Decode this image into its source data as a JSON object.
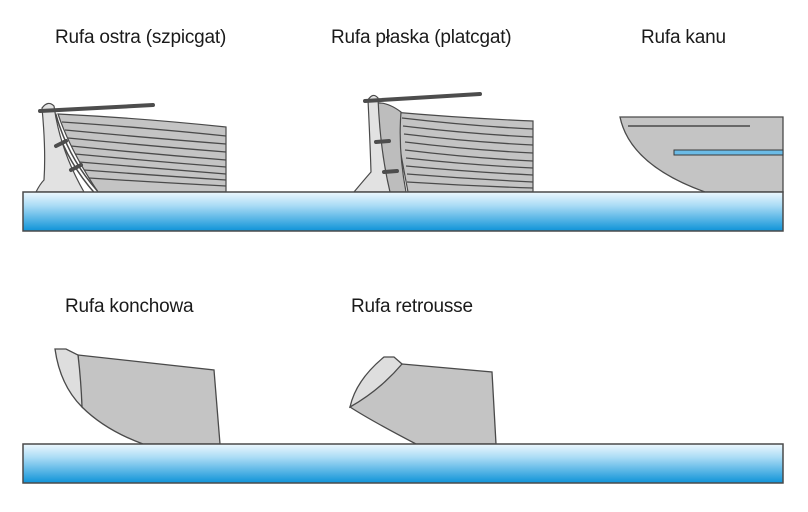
{
  "title": "Rodzaje rufy",
  "labels": {
    "sharp_stern": "Rufa ostra (szpicgat)",
    "flat_stern": "Rufa płaska (platcgat)",
    "canoe_stern": "Rufa kanu",
    "conch_stern": "Rufa konchowa",
    "retrousse_stern": "Rufa retrousse"
  },
  "colors": {
    "hull_gray": "#c4c4c4",
    "sternpost_light": "#e2e2e2",
    "outline": "#4a4a4a",
    "tiller": "#4d4d4d",
    "water_top": "#eaf6fd",
    "water_bottom": "#1196d9",
    "canoe_stripe": "#6bbbe6"
  }
}
